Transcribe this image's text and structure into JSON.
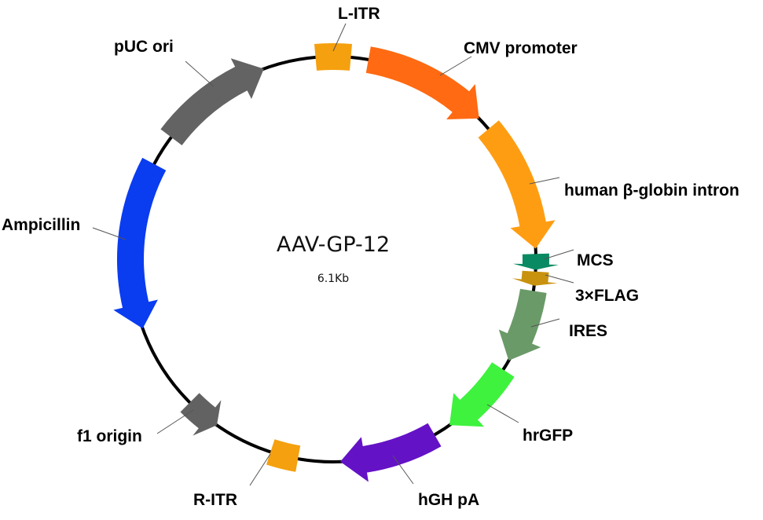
{
  "plasmid": {
    "name": "AAV-GP-12",
    "size": "6.1Kb"
  },
  "colors": {
    "backbone": "#000000",
    "itr": "#f5a00f",
    "cmv": "#ff6a12",
    "intron": "#ff9d12",
    "mcs": "#0a8a62",
    "flag": "#c8920e",
    "ires": "#6a9a68",
    "hrgfp": "#3ef23e",
    "hgh": "#6412c6",
    "f1": "#626262",
    "amp": "#0a3cf0",
    "puc": "#636363"
  },
  "features": [
    {
      "id": "l-itr",
      "label": "L-ITR"
    },
    {
      "id": "cmv",
      "label": "CMV promoter"
    },
    {
      "id": "intron",
      "label": "human β-globin intron"
    },
    {
      "id": "mcs",
      "label": "MCS"
    },
    {
      "id": "flag",
      "label": "3×FLAG"
    },
    {
      "id": "ires",
      "label": "IRES"
    },
    {
      "id": "hrgfp",
      "label": "hrGFP"
    },
    {
      "id": "hgh",
      "label": "hGH pA"
    },
    {
      "id": "r-itr",
      "label": "R-ITR"
    },
    {
      "id": "f1",
      "label": "f1 origin"
    },
    {
      "id": "amp",
      "label": "Ampicillin"
    },
    {
      "id": "puc",
      "label": "pUC ori"
    }
  ]
}
